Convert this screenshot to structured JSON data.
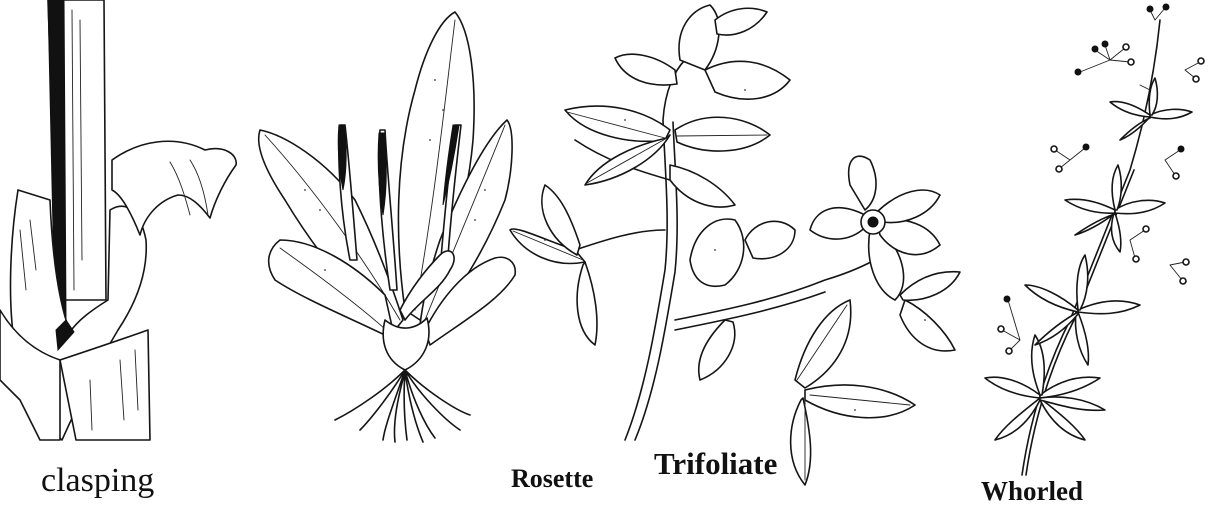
{
  "labels": {
    "clasping": "clasping",
    "rosette": "Rosette",
    "trifoliate": "Trifoliate",
    "whorled": "Whorled"
  },
  "colors": {
    "ink": "#151515",
    "paper": "#ffffff"
  }
}
